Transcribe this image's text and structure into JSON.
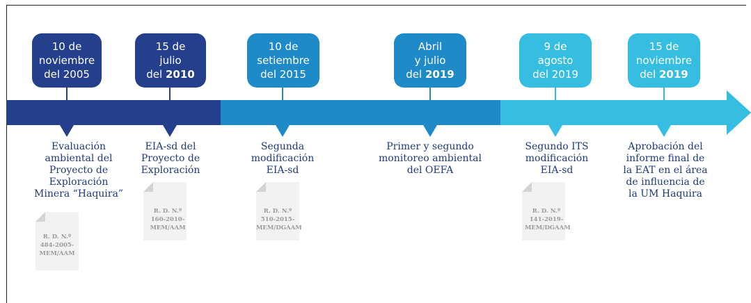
{
  "colors": {
    "dark_navy": "#243f8c",
    "mid_blue": "#1f8ac8",
    "light_blue": "#35bde2",
    "text": "#1f3a7a",
    "doc_text": "#9b9b9b"
  },
  "events": [
    {
      "date_lines": [
        "10 de",
        "noviembre",
        "del 2005"
      ],
      "date_bold_year": "",
      "description": [
        "Evaluación",
        "ambiental del",
        "Proyecto de",
        "Exploración",
        "Minera “Haquira”"
      ],
      "document": [
        "R. D. N.º",
        "484-2005-",
        "MEM/AAM"
      ]
    },
    {
      "date_lines": [
        "15 de",
        "julio",
        "del "
      ],
      "date_bold_year": "2010",
      "description": [
        "EIA-sd del",
        "Proyecto de",
        "Exploración"
      ],
      "document": [
        "R. D. N.º",
        "160-2010-",
        "MEM/AAM"
      ]
    },
    {
      "date_lines": [
        "10 de",
        "setiembre",
        "del 2015"
      ],
      "date_bold_year": "",
      "description": [
        "Segunda",
        "modificación",
        "EIA-sd"
      ],
      "document": [
        "R. D. N.º",
        "510-2015-",
        "MEM/DGAAM"
      ]
    },
    {
      "date_lines": [
        "Abril",
        "y julio",
        "del "
      ],
      "date_bold_year": "2019",
      "description": [
        "Primer y segundo",
        "monitoreo ambiental",
        "del OEFA"
      ],
      "document": []
    },
    {
      "date_lines": [
        "9 de",
        "agosto",
        "del 2019"
      ],
      "date_bold_year": "",
      "description": [
        "Segundo ITS",
        "modificación",
        "EIA-sd"
      ],
      "document": [
        "R. D. N.º",
        "141-2019-",
        "MEM/DGAAM"
      ]
    },
    {
      "date_lines": [
        "15 de",
        "noviembre",
        "del "
      ],
      "date_bold_year": "2019",
      "description": [
        "Aprobación del",
        "informe final de",
        "la EAT en el área",
        "de influencia de",
        "la UM Haquira"
      ],
      "document": []
    }
  ]
}
